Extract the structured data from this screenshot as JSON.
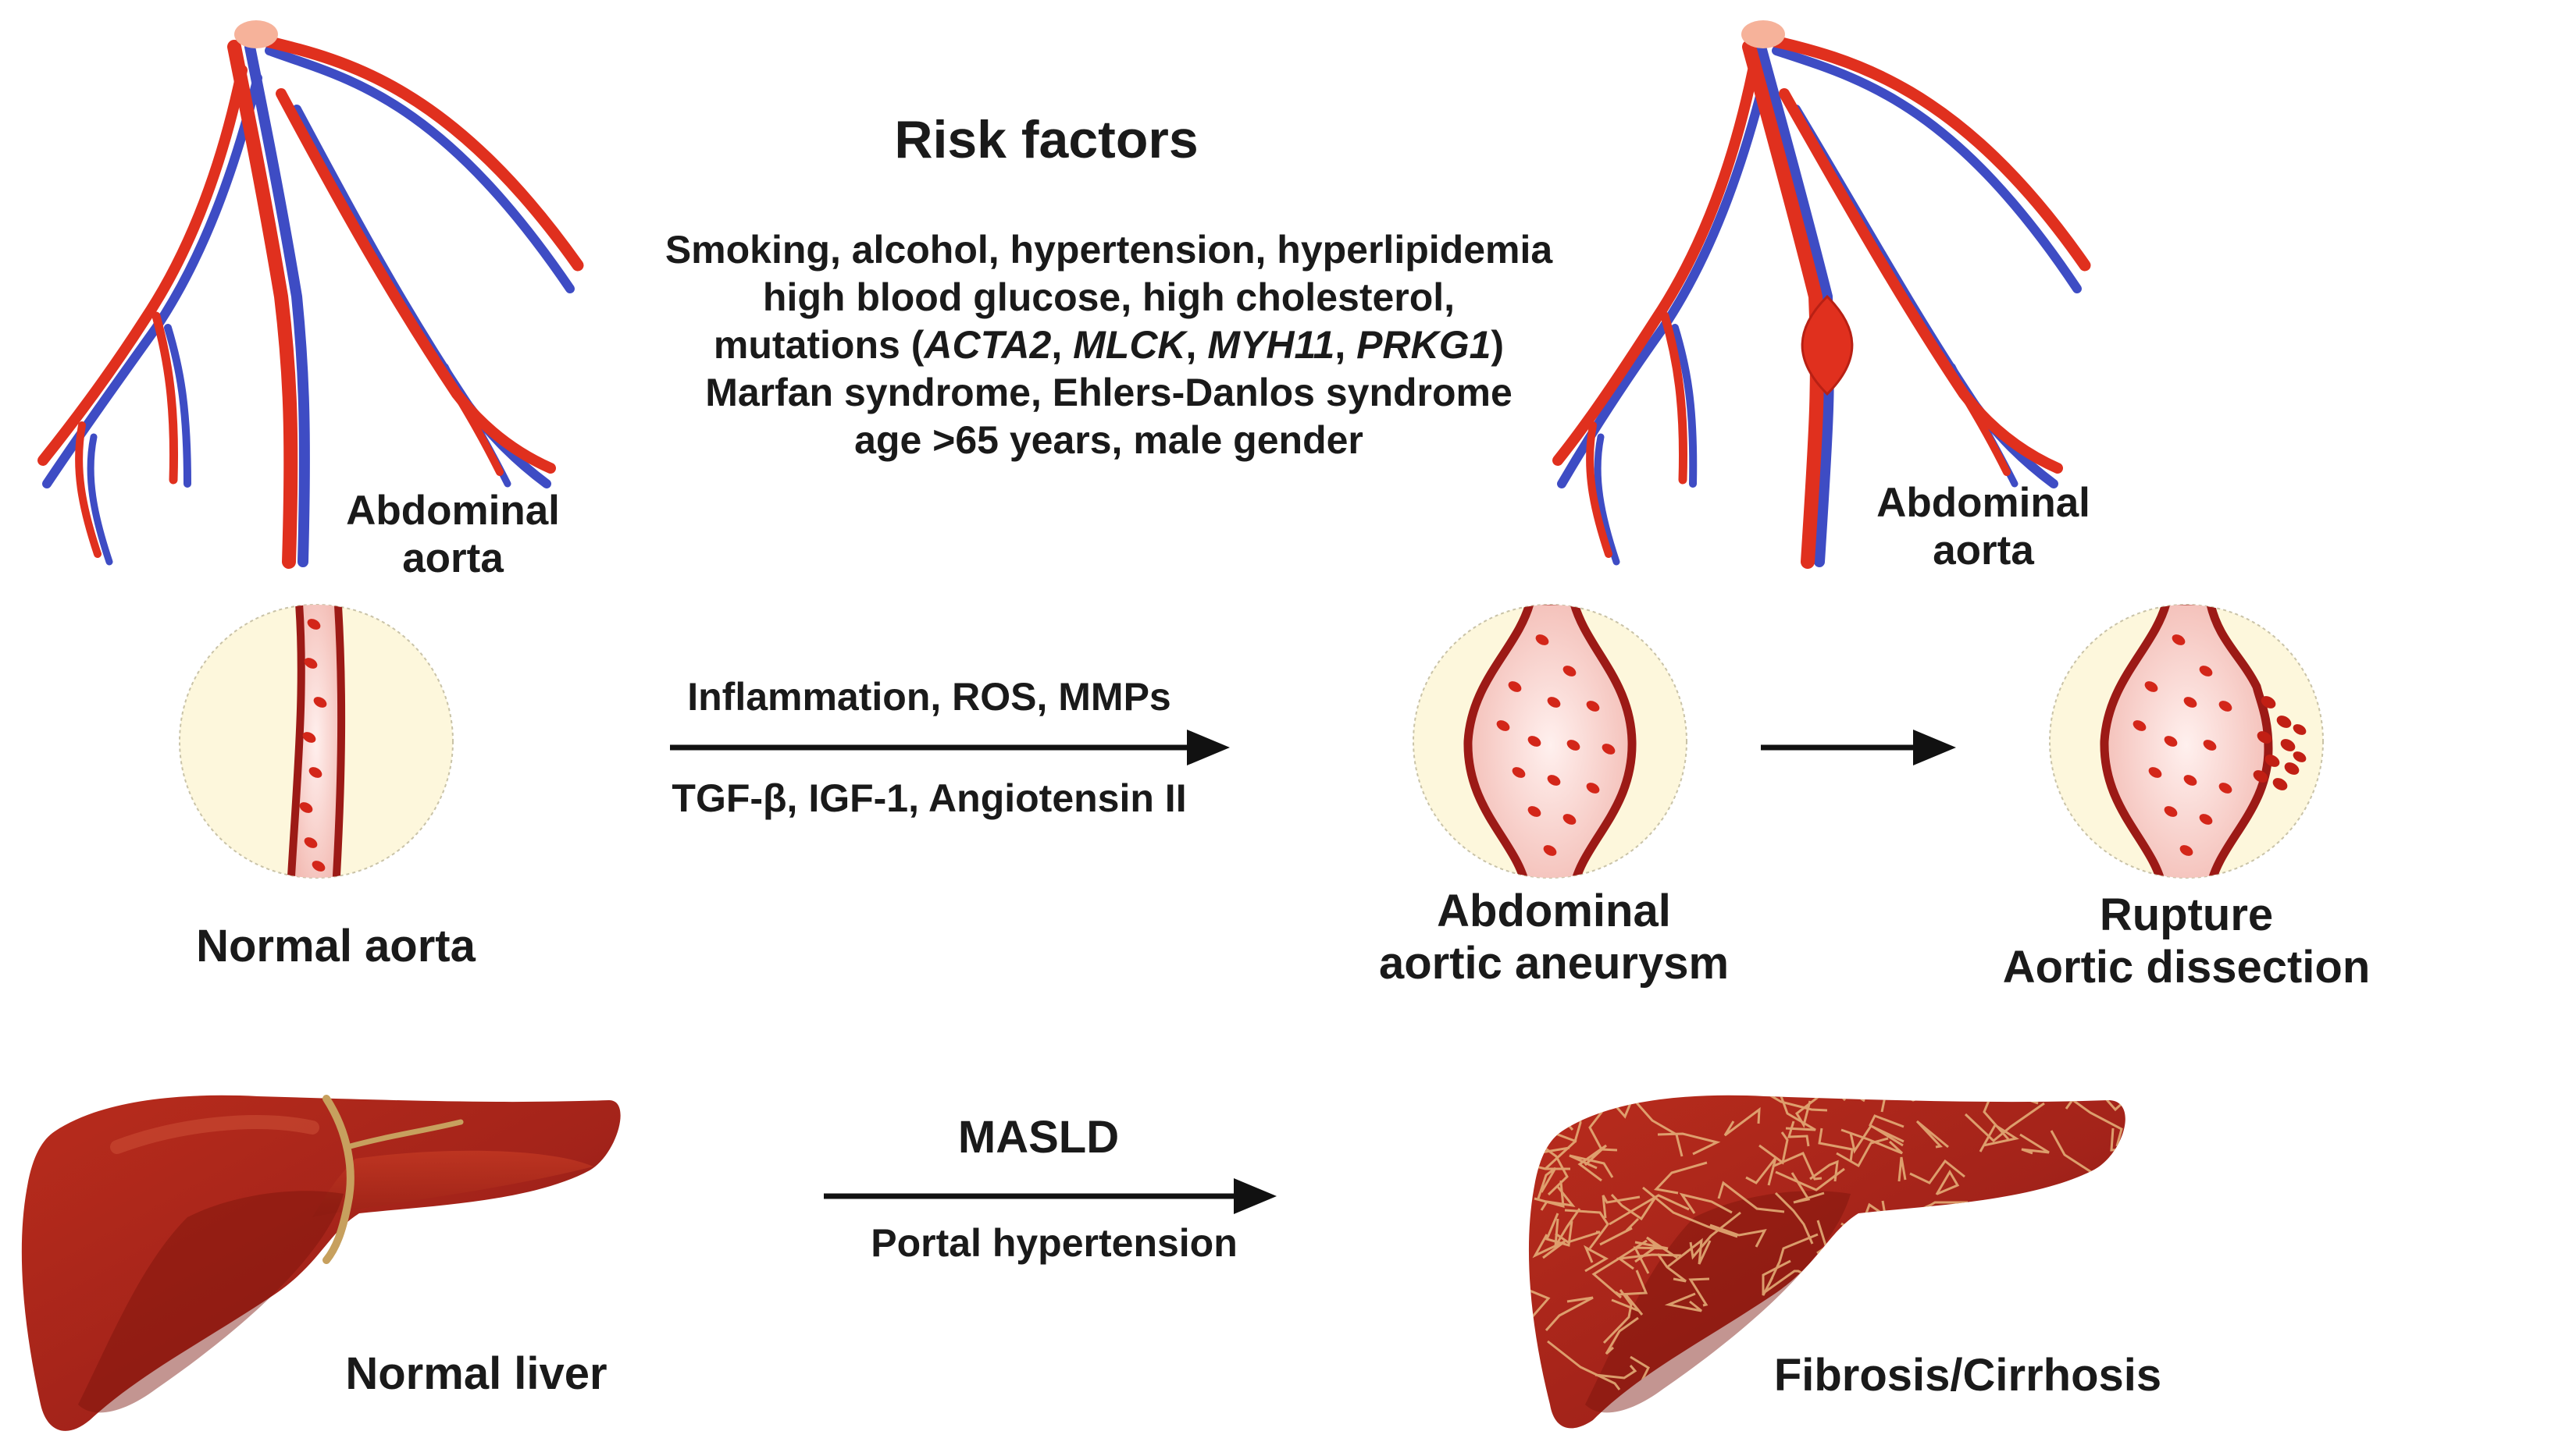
{
  "risk_factors": {
    "title": "Risk factors",
    "line1": "Smoking, alcohol, hypertension, hyperlipidemia",
    "line2": "high blood glucose, high cholesterol,",
    "line3_prefix": "mutations (",
    "gene1": "ACTA2",
    "gene2": "MLCK",
    "gene3": "MYH11",
    "gene4": "PRKG1",
    "sep": ", ",
    "line3_suffix": ")",
    "line4": "Marfan syndrome, Ehlers-Danlos syndrome",
    "line5": "age >65 years, male gender"
  },
  "left_vessel": {
    "label_l1": "Abdominal",
    "label_l2": "aorta"
  },
  "right_vessel": {
    "label_l1": "Abdominal",
    "label_l2": "aorta"
  },
  "aorta_arrow": {
    "top": "Inflammation, ROS, MMPs",
    "bottom": "TGF-β, IGF-1, Angiotensin II"
  },
  "stages": {
    "normal": "Normal aorta",
    "aneurysm_l1": "Abdominal",
    "aneurysm_l2": "aortic aneurysm",
    "rupture_l1": "Rupture",
    "rupture_l2": "Aortic dissection"
  },
  "liver_arrow": {
    "top": "MASLD",
    "bottom": "Portal hypertension"
  },
  "liver": {
    "normal": "Normal liver",
    "cirrhosis": "Fibrosis/Cirrhosis"
  },
  "colors": {
    "artery": "#e0301e",
    "vein": "#3e4cc4",
    "vessel_wall": "#9c1a16",
    "vessel_lumen": "#f6c6c0",
    "blood_cell": "#d32619",
    "circle_bg": "#fdf7dc",
    "liver_dark": "#8e1c10",
    "liver_light": "#c23a22",
    "fibrosis": "#e7b47c",
    "arrow": "#111111"
  }
}
